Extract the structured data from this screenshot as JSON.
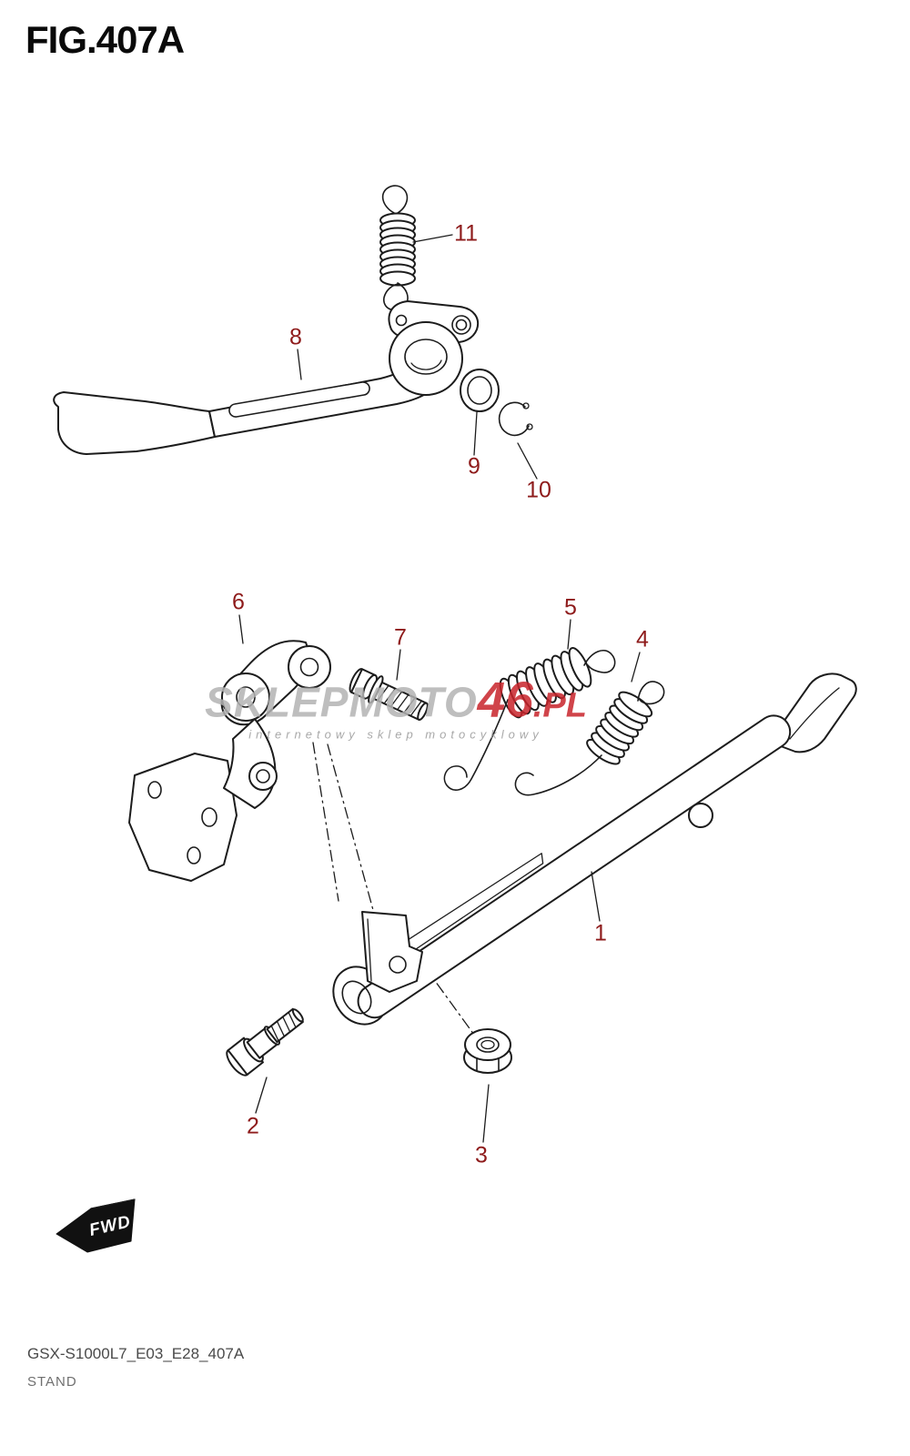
{
  "page": {
    "title": "FIG.407A",
    "footer_code": "GSX-S1000L7_E03_E28_407A",
    "footer_title": "STAND"
  },
  "fwd": {
    "label": "FWD"
  },
  "watermark": {
    "main": "SKLEPMOTO",
    "accent": "46",
    "suffix": ".PL",
    "subtitle": "internetowy sklep motocyklowy"
  },
  "colors": {
    "part_label": "#8e1b1b",
    "line": "#1c1c1c",
    "watermark_accent": "#c8242b",
    "watermark_gray": "#b3b3b3"
  },
  "parts": [
    {
      "number": "1"
    },
    {
      "number": "2"
    },
    {
      "number": "3"
    },
    {
      "number": "4"
    },
    {
      "number": "5"
    },
    {
      "number": "6"
    },
    {
      "number": "7"
    },
    {
      "number": "8"
    },
    {
      "number": "9"
    },
    {
      "number": "10"
    },
    {
      "number": "11"
    }
  ]
}
